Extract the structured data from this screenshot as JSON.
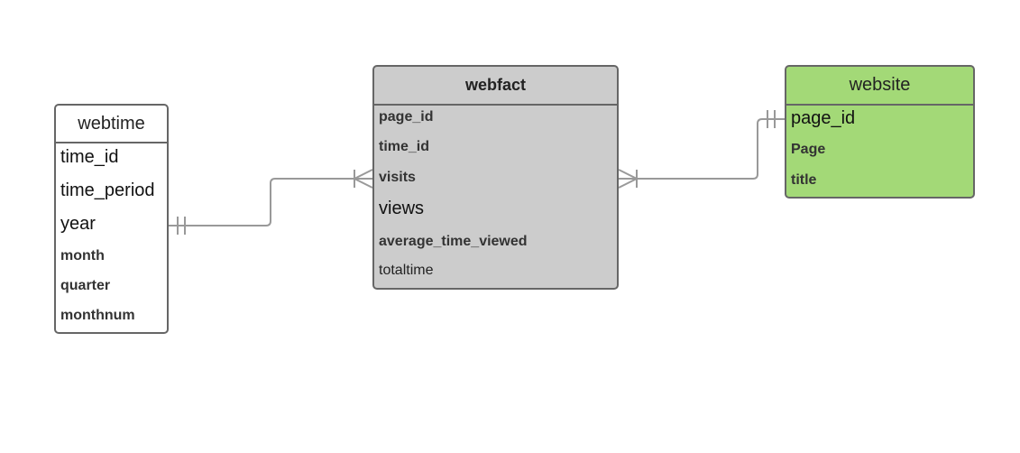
{
  "colors": {
    "line": "#999999",
    "border": "#666666",
    "fact_fill": "#cccccc",
    "website_fill": "#a3d977",
    "time_fill": "#ffffff"
  },
  "entities": {
    "webtime": {
      "title": "webtime",
      "fields": [
        "time_id",
        "time_period",
        "year",
        "month",
        "quarter",
        "monthnum"
      ]
    },
    "webfact": {
      "title": "webfact",
      "fields": [
        "page_id",
        "time_id",
        "visits",
        "views",
        "average_time_viewed",
        "totaltime"
      ]
    },
    "website": {
      "title": "website",
      "fields": [
        "page_id",
        "Page",
        "title"
      ]
    }
  },
  "relationships": [
    {
      "from": "webtime",
      "to": "webfact",
      "from_end": "one-and-only-one",
      "to_end": "one-or-many"
    },
    {
      "from": "website",
      "to": "webfact",
      "from_end": "one-and-only-one",
      "to_end": "one-or-many"
    }
  ]
}
